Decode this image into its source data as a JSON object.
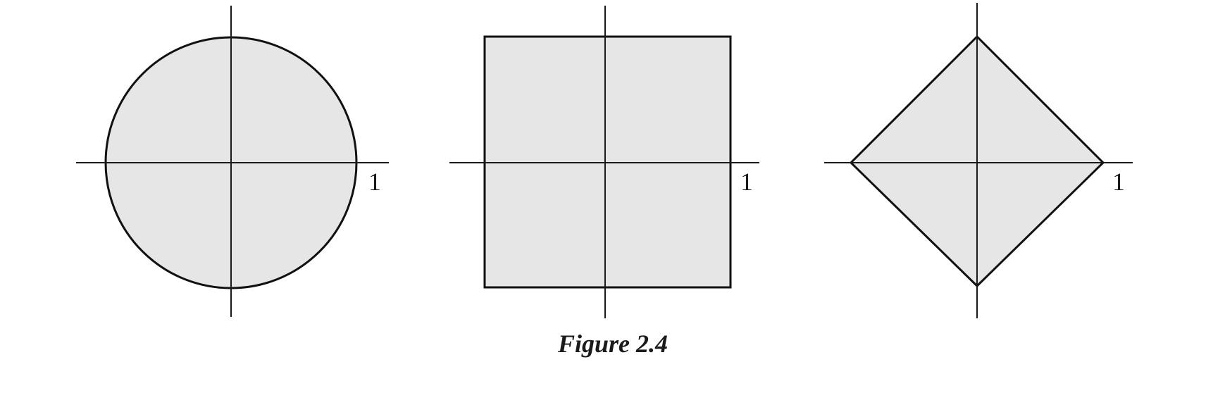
{
  "colors": {
    "shape_fill": "#e6e6e6",
    "stroke": "#111111",
    "background": "#ffffff"
  },
  "panels": [
    {
      "shape": "circle",
      "unit_label": "1"
    },
    {
      "shape": "square",
      "unit_label": "1"
    },
    {
      "shape": "diamond",
      "unit_label": "1"
    }
  ],
  "caption": "Figure 2.4"
}
